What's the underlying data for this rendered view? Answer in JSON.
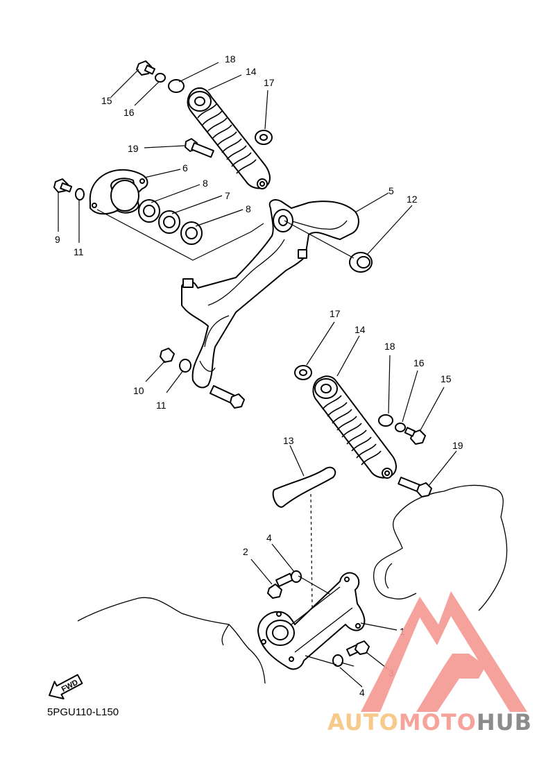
{
  "diagram": {
    "code": "5PGU110-L150",
    "fwd_label": "FWD",
    "callouts": [
      {
        "id": "c18a",
        "text": "18"
      },
      {
        "id": "c14a",
        "text": "14"
      },
      {
        "id": "c17a",
        "text": "17"
      },
      {
        "id": "c15a",
        "text": "15"
      },
      {
        "id": "c16a",
        "text": "16"
      },
      {
        "id": "c19a",
        "text": "19"
      },
      {
        "id": "c6",
        "text": "6"
      },
      {
        "id": "c8a",
        "text": "8"
      },
      {
        "id": "c7",
        "text": "7"
      },
      {
        "id": "c8b",
        "text": "8"
      },
      {
        "id": "c9",
        "text": "9"
      },
      {
        "id": "c11a",
        "text": "11"
      },
      {
        "id": "c5",
        "text": "5"
      },
      {
        "id": "c12",
        "text": "12"
      },
      {
        "id": "c10",
        "text": "10"
      },
      {
        "id": "c11b",
        "text": "11"
      },
      {
        "id": "c17b",
        "text": "17"
      },
      {
        "id": "c14b",
        "text": "14"
      },
      {
        "id": "c18b",
        "text": "18"
      },
      {
        "id": "c16b",
        "text": "16"
      },
      {
        "id": "c15b",
        "text": "15"
      },
      {
        "id": "c19b",
        "text": "19"
      },
      {
        "id": "c13",
        "text": "13"
      },
      {
        "id": "c4a",
        "text": "4"
      },
      {
        "id": "c2",
        "text": "2"
      },
      {
        "id": "c1",
        "text": "1"
      },
      {
        "id": "c3",
        "text": "3"
      },
      {
        "id": "c4b",
        "text": "4"
      }
    ]
  },
  "watermark": {
    "part1": "AUTO",
    "part2": "MOTO",
    "part3": "HUB",
    "colors": {
      "auto": "#f7c98a",
      "moto": "#f6a39b",
      "hub": "#8c8c8c",
      "logo": "#f59a94"
    }
  }
}
